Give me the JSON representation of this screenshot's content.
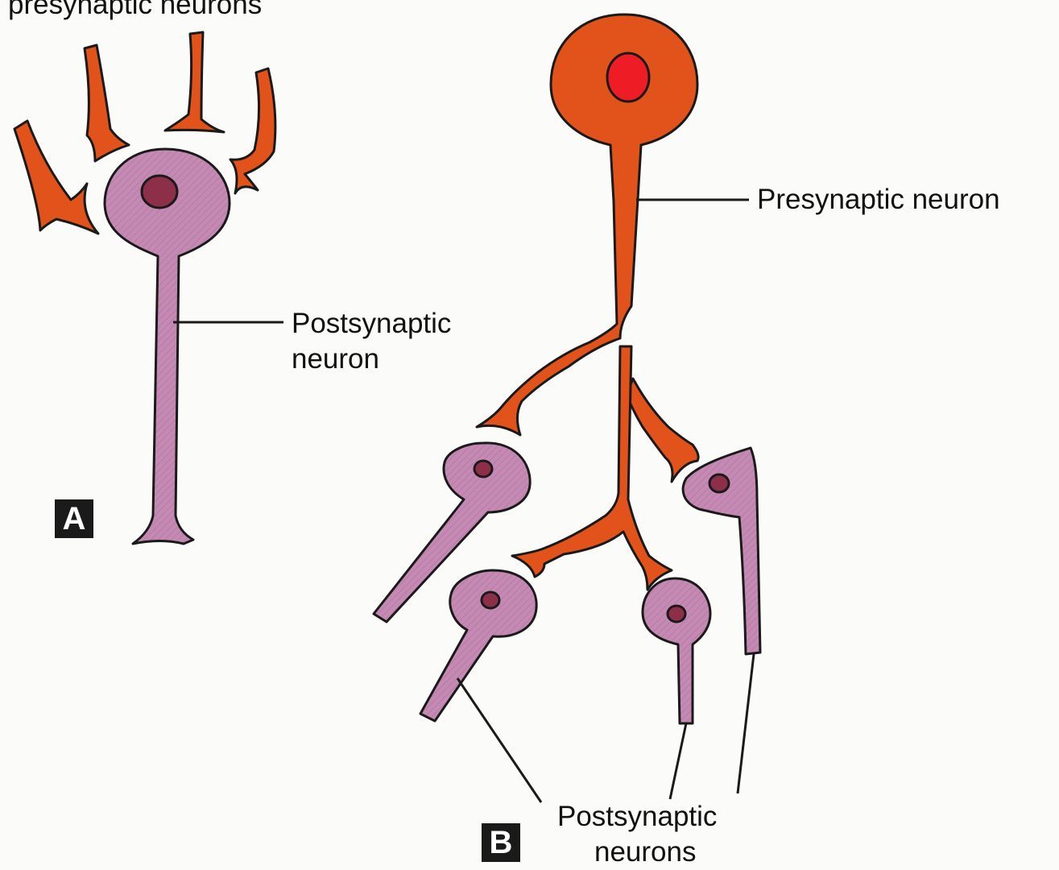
{
  "labels": {
    "top_left": "presynaptic neurons",
    "postsynaptic_a_line1": "Postsynaptic",
    "postsynaptic_a_line2": "neuron",
    "presynaptic_b": "Presynaptic neuron",
    "postsynaptic_b_line1": "Postsynaptic",
    "postsynaptic_b_line2": "neurons"
  },
  "panels": {
    "a": "A",
    "b": "B"
  },
  "colors": {
    "presynaptic": "#e2531c",
    "postsynaptic": "#c58ab3",
    "nucleus_post": "#8e2f4a",
    "nucleus_pre": "#ee1c25",
    "outline": "#1a1a1a",
    "background": "#fbfbfa"
  }
}
